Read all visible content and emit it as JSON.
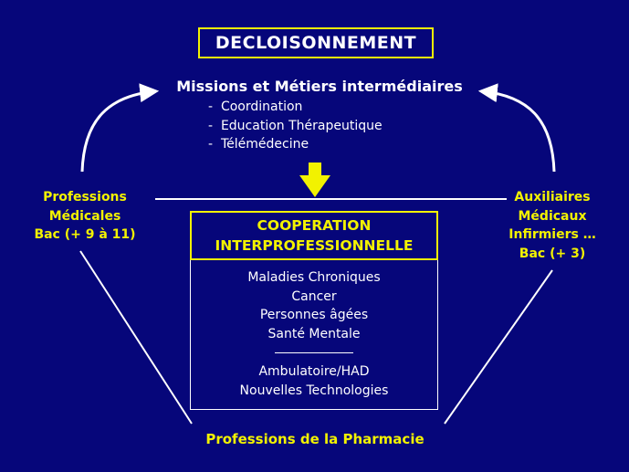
{
  "title": "DECLOISONNEMENT",
  "missions": {
    "heading": "Missions et Métiers intermédiaires",
    "items": [
      "Coordination",
      "Education Thérapeutique",
      "Télémédecine"
    ]
  },
  "left_group": {
    "lines": [
      "Professions",
      "Médicales",
      "Bac (+ 9 à 11)"
    ]
  },
  "right_group": {
    "lines": [
      "Auxiliaires",
      "Médicaux",
      "Infirmiers …",
      "Bac (+ 3)"
    ]
  },
  "cooperation": {
    "lines": [
      "COOPERATION",
      "INTERPROFESSIONNELLE"
    ]
  },
  "topics": {
    "group1": [
      "Maladies Chroniques",
      "Cancer",
      "Personnes âgées",
      "Santé Mentale"
    ],
    "group2": [
      "Ambulatoire/HAD",
      "Nouvelles Technologies"
    ]
  },
  "bottom": "Professions de la Pharmacie",
  "colors": {
    "background": "#06067a",
    "accent": "#f2f200",
    "text": "#ffffff"
  }
}
